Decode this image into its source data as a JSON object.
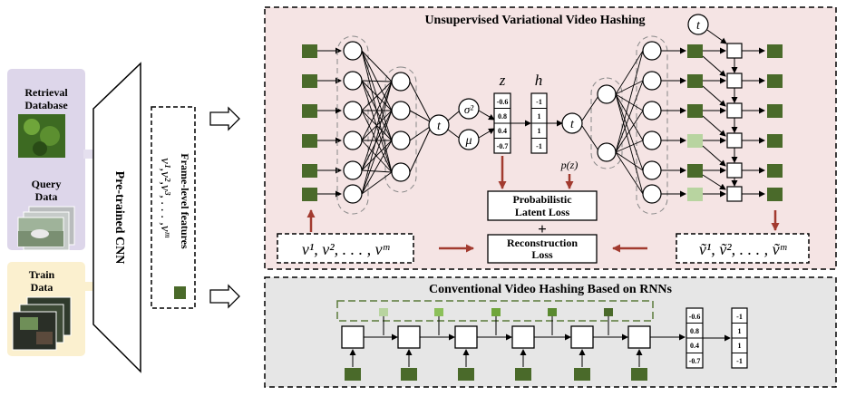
{
  "left": {
    "retrieval_line1": "Retrieval",
    "retrieval_line2": "Database",
    "query_line1": "Query",
    "query_line2": "Data",
    "train_line1": "Train",
    "train_line2": "Data",
    "cnn_label": "Pre-trained CNN",
    "features_title": "Frame-level features",
    "features_seq": "v¹,v²,v³, . . . ,vᵐ"
  },
  "top_panel": {
    "title": "Unsupervised Variational Video Hashing",
    "t_symbol": "t",
    "sigma_symbol": "σ²",
    "mu_symbol": "μ",
    "z_label": "z",
    "h_label": "h",
    "z_values": [
      "-0.6",
      "0.8",
      "0.4",
      "-0.7"
    ],
    "h_values": [
      "-1",
      "1",
      "1",
      "-1"
    ],
    "pz_label": "p(z)",
    "loss1_line1": "Probabilistic",
    "loss1_line2": "Latent Loss",
    "plus": "+",
    "loss2_line1": "Reconstruction",
    "loss2_line2": "Loss",
    "input_seq": "v¹, v², . . . , vᵐ",
    "output_seq": "ṽ¹, ṽ², . . . , ṽᵐ"
  },
  "bottom_panel": {
    "title": "Conventional Video Hashing Based on RNNs",
    "z_values": [
      "-0.6",
      "0.8",
      "0.4",
      "-0.7"
    ],
    "h_values": [
      "-1",
      "1",
      "1",
      "-1"
    ]
  },
  "colors": {
    "dark_green": "#4a6a2a",
    "light_green": "#b8d4a0",
    "mid_green": "#8cc05a",
    "top_panel_bg": "#f5e4e4",
    "bottom_panel_bg": "#e6e6e6",
    "arrow_red": "#a23a2f",
    "retrieval_bg": "#ddd6ea",
    "train_bg": "#fbf0cf"
  }
}
